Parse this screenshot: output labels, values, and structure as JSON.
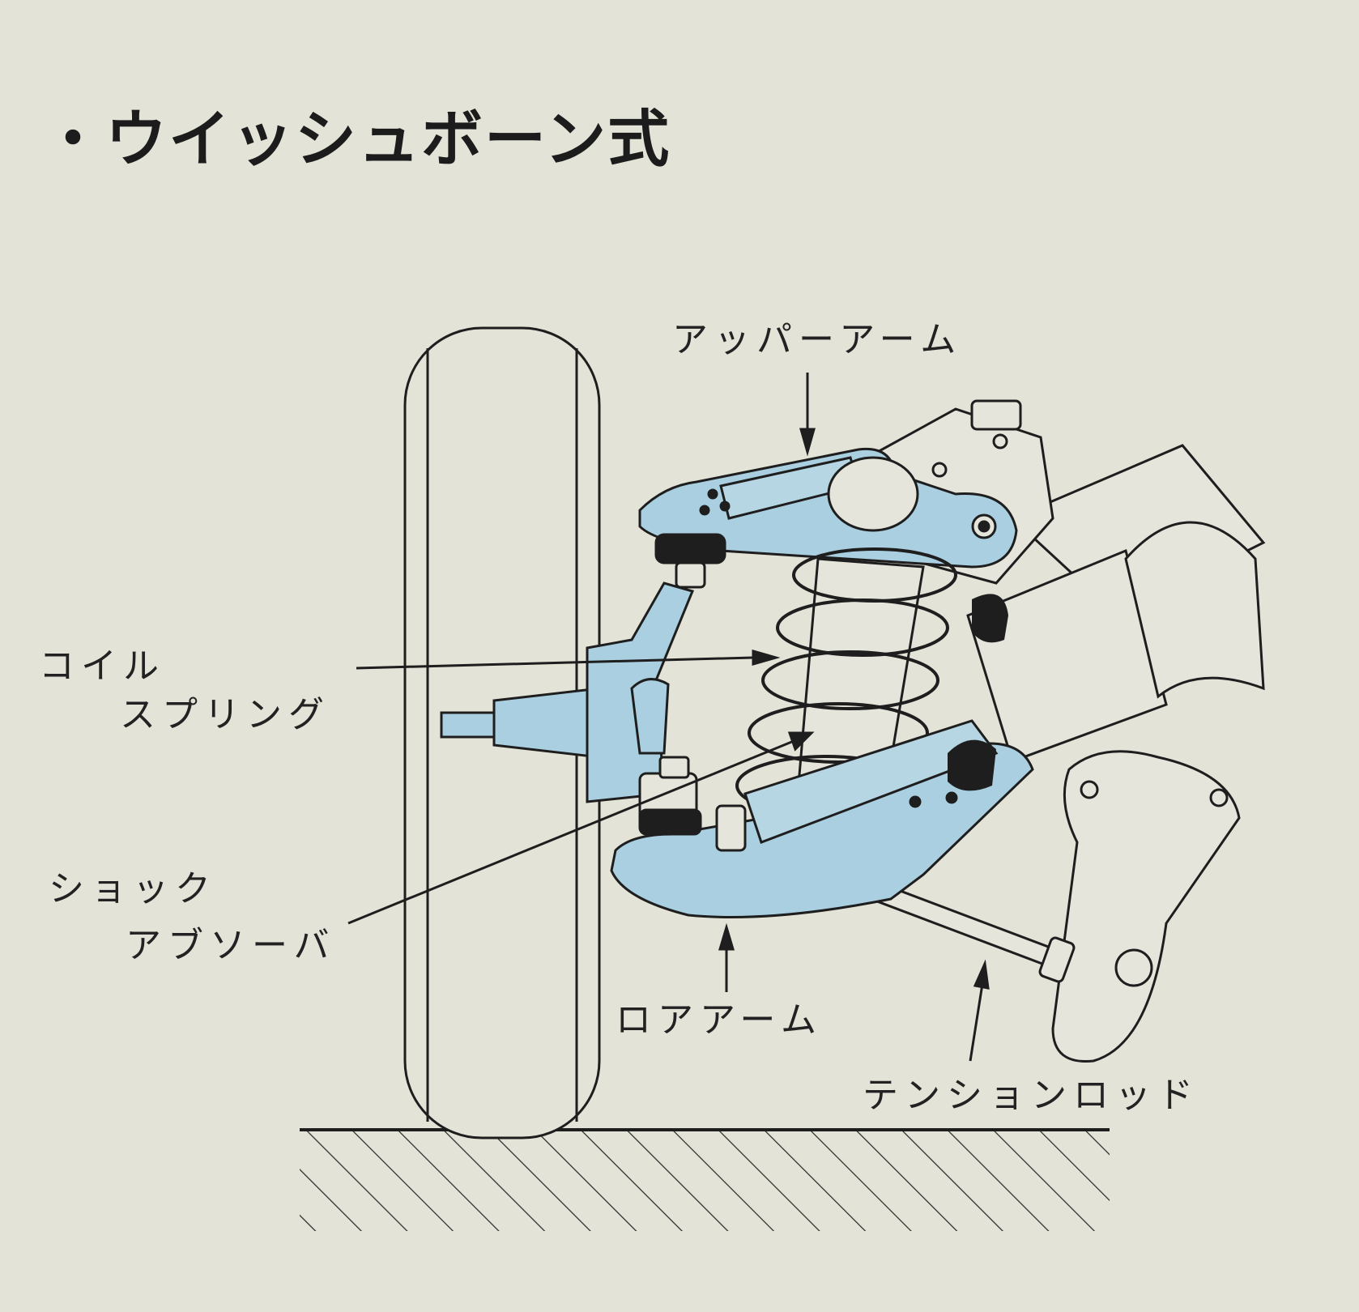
{
  "title": "・ウイッシュボーン式",
  "labels": {
    "upper_arm": "アッパーアーム",
    "coil_spring_1": "コイル",
    "coil_spring_2": "スプリング",
    "shock_absorber_1": "ショック",
    "shock_absorber_2": "アブソーバ",
    "lower_arm": "ロアアーム",
    "tension_rod": "テンションロッド"
  },
  "colors": {
    "paper": "#e4e3d8",
    "parts_blue": "#a9cfe0",
    "line": "#1e1e1e"
  }
}
